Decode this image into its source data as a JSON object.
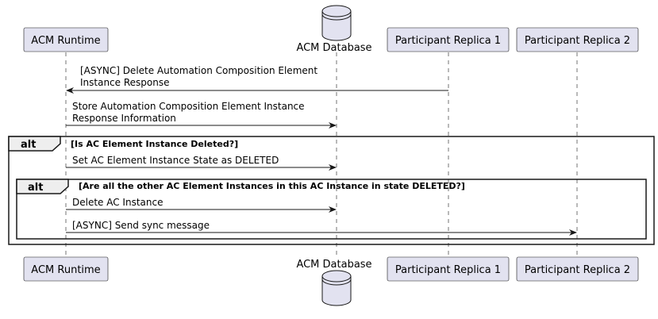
{
  "participants": [
    {
      "id": "runtime",
      "label": "ACM Runtime",
      "kind": "box"
    },
    {
      "id": "db",
      "label": "ACM Database",
      "kind": "database"
    },
    {
      "id": "rep1",
      "label": "Participant Replica 1",
      "kind": "box"
    },
    {
      "id": "rep2",
      "label": "Participant Replica 2",
      "kind": "box"
    }
  ],
  "messages": [
    {
      "from": "rep1",
      "to": "runtime",
      "lines": [
        "[ASYNC] Delete Automation Composition Element",
        "Instance Response"
      ]
    },
    {
      "from": "runtime",
      "to": "db",
      "lines": [
        "Store Automation Composition Element Instance",
        "Response Information"
      ]
    },
    {
      "from": "runtime",
      "to": "db",
      "lines": [
        "Set AC Element Instance State as DELETED"
      ]
    },
    {
      "from": "runtime",
      "to": "db",
      "lines": [
        "Delete AC Instance"
      ]
    },
    {
      "from": "runtime",
      "to": "rep2",
      "lines": [
        "[ASYNC] Send sync message"
      ]
    }
  ],
  "fragments": [
    {
      "keyword": "alt",
      "condition": "[Is AC Element Instance Deleted?]"
    },
    {
      "keyword": "alt",
      "condition": "[Are all the other AC Element Instances in this AC Instance in state DELETED?]"
    }
  ],
  "colors": {
    "participant_fill": "#E2E2F0",
    "participant_border": "#181818",
    "lifeline": "#181818",
    "arrow": "#181818",
    "fragment_header_fill": "#EEEEEE"
  }
}
